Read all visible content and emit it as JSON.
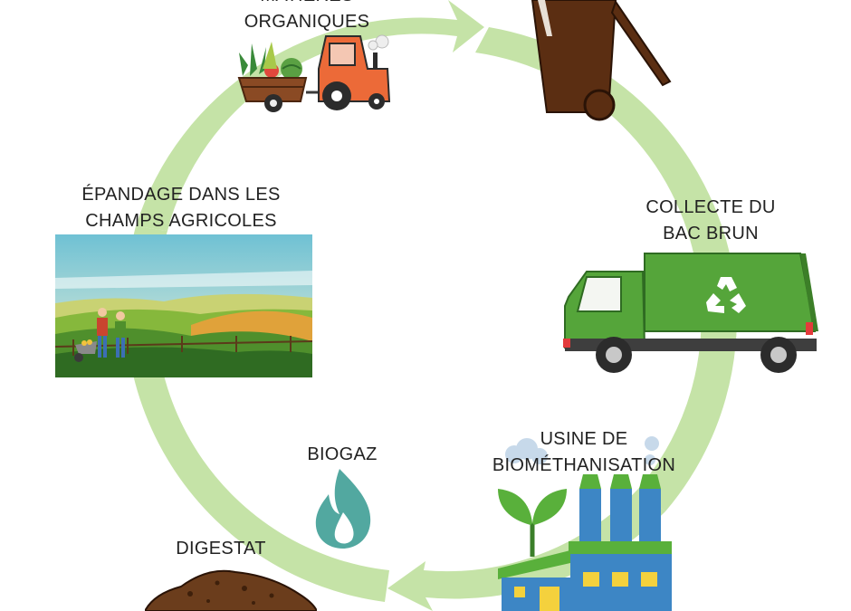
{
  "colors": {
    "cycle_ring": "#c5e3a7",
    "truck_green": "#55a53a",
    "bin_brown": "#5b2e12",
    "tractor_orange": "#ec6a38",
    "factory_blue": "#3d86c5",
    "flame_teal": "#52a8a0",
    "digestat_brown": "#6b3d1c"
  },
  "steps": {
    "matieres": {
      "line1": "MATIÈRES",
      "line2": "ORGANIQUES",
      "icon": "tractor-icon"
    },
    "bac": {
      "icon": "brown-bin-icon"
    },
    "collecte": {
      "line1": "COLLECTE DU",
      "line2": "BAC BRUN",
      "icon": "garbage-truck-icon"
    },
    "usine": {
      "line1": "USINE DE",
      "line2": "BIOMÉTHANISATION",
      "icon": "factory-icon"
    },
    "biogaz": {
      "line1": "BIOGAZ",
      "icon": "flame-icon"
    },
    "digestat": {
      "line1": "DIGESTAT",
      "icon": "soil-pile-icon"
    },
    "epandage": {
      "line1": "ÉPANDAGE DANS LES",
      "line2": "CHAMPS AGRICOLES",
      "icon": "farm-field-icon"
    }
  }
}
